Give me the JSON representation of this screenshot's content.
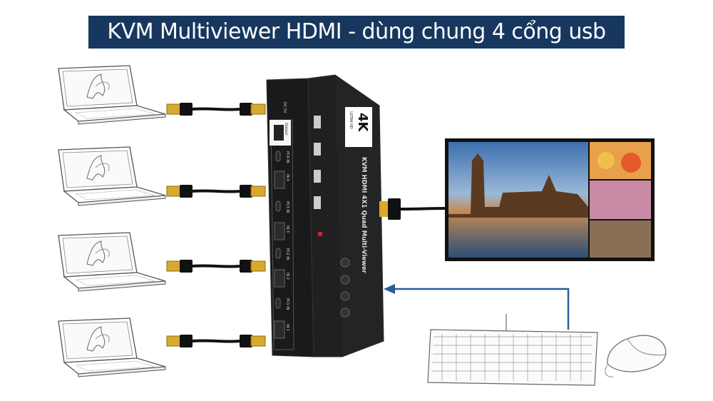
{
  "title": "KVM Multiviewer HDMI - dùng chung 4 cổng usb",
  "device": {
    "badge": "4K",
    "badge_sub": "ULTRA HD",
    "model": "KVM HDMI 4X1 Quad Multi-Viewer",
    "ports": [
      "DC 5V",
      "Output",
      "PC4 IN",
      "IN 4",
      "PC3 IN",
      "IN 3",
      "PC2 IN",
      "IN 2",
      "PC1 IN",
      "IN 1"
    ]
  },
  "colors": {
    "title_bg": "#17375e",
    "arrow": "#2a5c9a",
    "device": "#1c1c1e"
  },
  "laptops": 4
}
